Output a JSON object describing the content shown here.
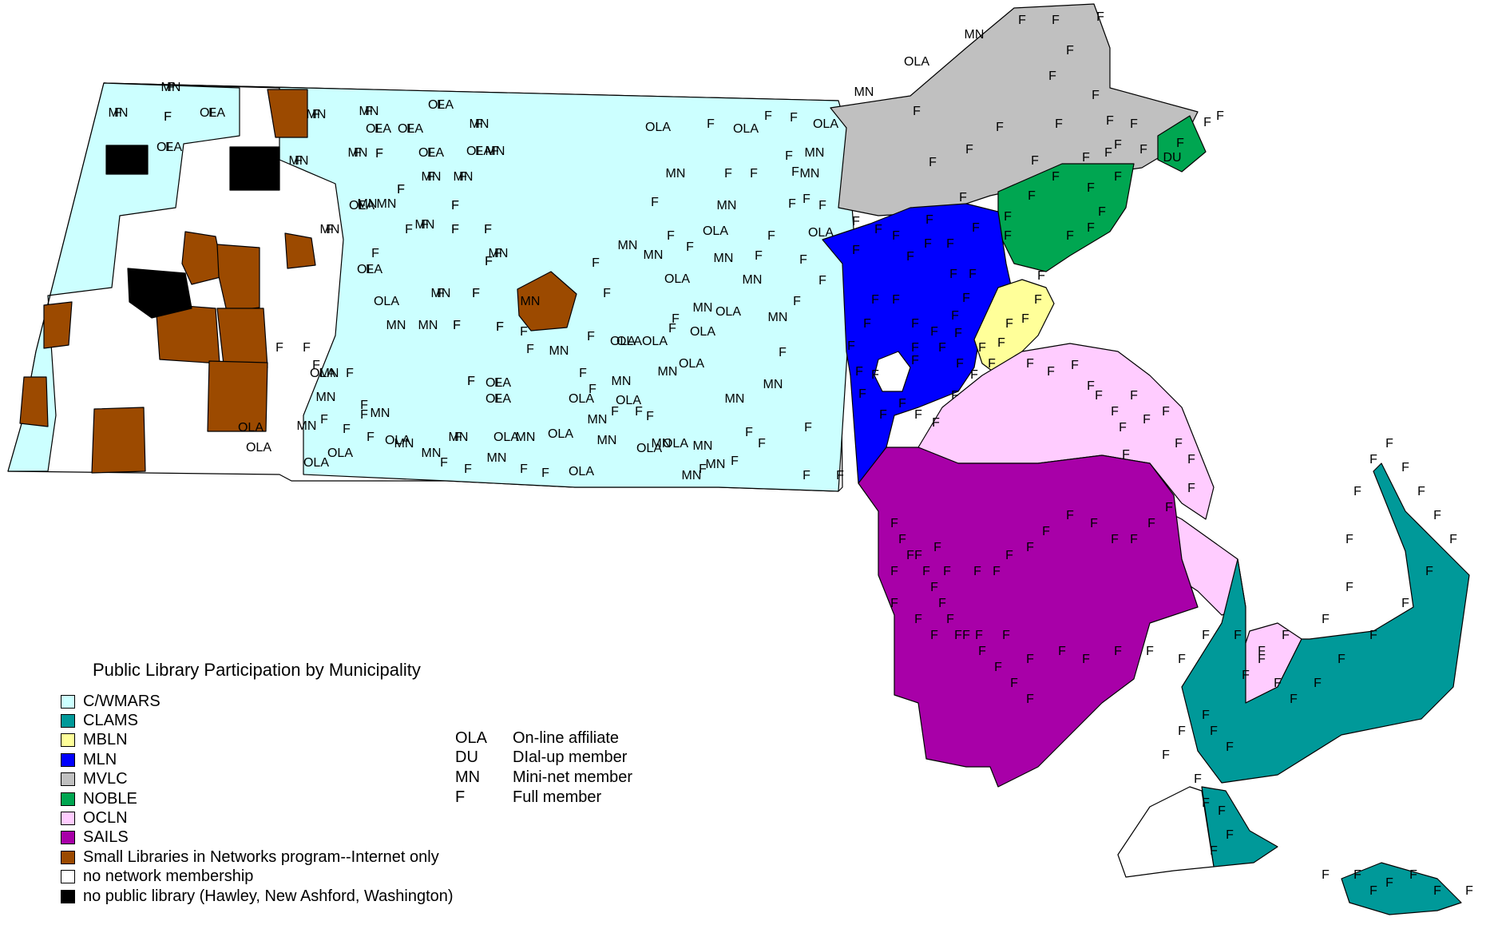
{
  "title": "Public Library Participation by Municipality",
  "legend": [
    {
      "label": "C/WMARS",
      "color": "#ccffff"
    },
    {
      "label": "CLAMS",
      "color": "#009999"
    },
    {
      "label": "MBLN",
      "color": "#ffff99"
    },
    {
      "label": "MLN",
      "color": "#0000ff"
    },
    {
      "label": "MVLC",
      "color": "#c0c0c0"
    },
    {
      "label": "NOBLE",
      "color": "#00a651"
    },
    {
      "label": "OCLN",
      "color": "#ffccff"
    },
    {
      "label": "SAILS",
      "color": "#a800a8"
    },
    {
      "label": "Small Libraries in Networks program--Internet only",
      "color": "#9c4a00"
    },
    {
      "label": "no network membership",
      "color": "#ffffff"
    },
    {
      "label": "no public library (Hawley, New Ashford, Washington)",
      "color": "#000000"
    }
  ],
  "codes": [
    {
      "code": "OLA",
      "meaning": "On-line affiliate"
    },
    {
      "code": "DU",
      "meaning": "DIal-up member"
    },
    {
      "code": "MN",
      "meaning": "Mini-net member"
    },
    {
      "code": "F",
      "meaning": "Full member"
    }
  ],
  "town_labels": [
    "MN",
    "MN",
    "F",
    "OLA",
    "MN",
    "MN",
    "OLA",
    "MN",
    "OLA",
    "OLA",
    "MN",
    "MN",
    "F",
    "OLA",
    "MN",
    "OLA",
    "OLA",
    "MN",
    "MN",
    "F",
    "F",
    "OLA",
    "MN",
    "MN",
    "F",
    "OLA",
    "MN",
    "F",
    "F",
    "F",
    "MN",
    "F",
    "F",
    "F",
    "OLA",
    "OLA",
    "MN",
    "OLA",
    "MN",
    "MN",
    "MN",
    "MN",
    "F",
    "F",
    "OLA",
    "MN",
    "MN",
    "F",
    "OLA",
    "F",
    "F",
    "MN",
    "OLA",
    "F",
    "F",
    "F",
    "MN",
    "OLA",
    "OLA",
    "F",
    "F",
    "F",
    "MN",
    "MN",
    "F",
    "OLA",
    "OLA",
    "F",
    "F",
    "MN",
    "F",
    "F",
    "OLA",
    "MN",
    "OLA",
    "MN",
    "MN",
    "F",
    "MN",
    "F",
    "MN",
    "F",
    "OLA",
    "F",
    "OLA",
    "F",
    "OLA",
    "MN",
    "OLA",
    "OLA",
    "MN",
    "OLA",
    "F",
    "F",
    "F",
    "OLA",
    "OLA",
    "F",
    "F",
    "MN",
    "MN",
    "F",
    "F",
    "MN",
    "OLA",
    "F",
    "OLA",
    "F",
    "F",
    "OLA",
    "MN",
    "F",
    "F",
    "F",
    "F",
    "MN",
    "MN",
    "F",
    "OLA",
    "OLA",
    "MN",
    "F",
    "F",
    "F",
    "MN",
    "F",
    "F",
    "OLA",
    "F",
    "F",
    "F",
    "MN",
    "F",
    "MN",
    "F",
    "F",
    "F",
    "F",
    "MN",
    "OLA",
    "MN",
    "OLA",
    "F",
    "MN",
    "MN",
    "MN",
    "MN",
    "F",
    "F",
    "F",
    "MN",
    "OLA",
    "MN",
    "F",
    "F",
    "F",
    "F",
    "F",
    "F",
    "F",
    "F",
    "F",
    "F",
    "F",
    "DU",
    "F",
    "F",
    "F",
    "F",
    "F",
    "F",
    "F",
    "F",
    "F",
    "F",
    "F",
    "F",
    "F",
    "F",
    "F",
    "F",
    "F",
    "F",
    "F",
    "F",
    "F",
    "F",
    "F",
    "F",
    "F",
    "F",
    "F",
    "F",
    "F",
    "F",
    "F",
    "F",
    "F",
    "F",
    "F",
    "F",
    "F",
    "F",
    "F",
    "F",
    "F",
    "F",
    "F",
    "F",
    "F",
    "F",
    "F",
    "F",
    "F",
    "F",
    "F",
    "F",
    "F",
    "F",
    "F",
    "F",
    "F",
    "F",
    "F",
    "F",
    "F",
    "F",
    "F",
    "F",
    "F",
    "F",
    "F",
    "F",
    "F",
    "F",
    "F",
    "F",
    "F",
    "F",
    "F",
    "F",
    "F",
    "F",
    "F",
    "F",
    "F",
    "F",
    "F",
    "F",
    "F",
    "F",
    "F",
    "F",
    "F",
    "F",
    "F",
    "F",
    "F",
    "F",
    "F",
    "F",
    "F",
    "F",
    "F",
    "F",
    "F",
    "F",
    "F",
    "F",
    "F",
    "F",
    "F",
    "F",
    "F",
    "F",
    "F",
    "F",
    "F",
    "F",
    "F",
    "F",
    "F",
    "F",
    "F",
    "F",
    "F",
    "F",
    "F",
    "F",
    "F",
    "F",
    "F",
    "F",
    "F",
    "F",
    "F",
    "F",
    "F",
    "F",
    "F",
    "F",
    "F",
    "F",
    "F",
    "F",
    "F",
    "F",
    "F",
    "F",
    "F",
    "F",
    "F",
    "F",
    "F",
    "F",
    "F",
    "F",
    "F",
    "F",
    "F",
    "F",
    "F",
    "F",
    "F",
    "F",
    "F",
    "F",
    "F",
    "F",
    "F",
    "F",
    "F",
    "F",
    "F",
    "F",
    "F",
    "F",
    "F",
    "F",
    "F",
    "F",
    "F",
    "F",
    "F",
    "F",
    "F",
    "F",
    "F",
    "F",
    "F",
    "F",
    "F",
    "F",
    "F",
    "F"
  ]
}
